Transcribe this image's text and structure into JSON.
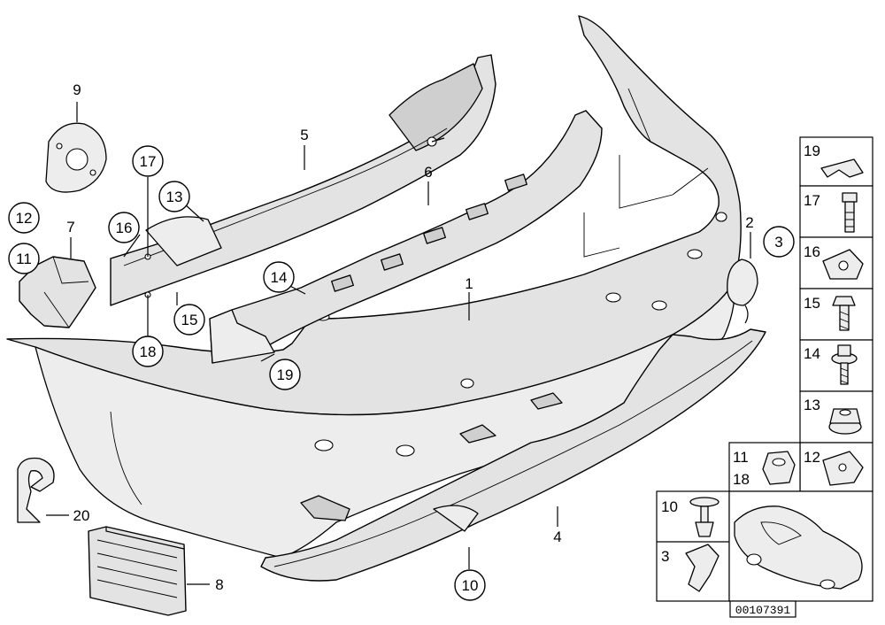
{
  "diagram": {
    "reference_number": "00107391",
    "callouts": {
      "c1": "1",
      "c2": "2",
      "c3": "3",
      "c4": "4",
      "c5": "5",
      "c6": "6",
      "c7": "7",
      "c8": "8",
      "c9": "9",
      "c10": "10",
      "c11": "11",
      "c12": "12",
      "c13": "13",
      "c14": "14",
      "c15": "15",
      "c16": "16",
      "c17": "17",
      "c18": "18",
      "c19": "19",
      "c20": "20"
    },
    "legend": {
      "p19": "19",
      "p17": "17",
      "p16": "16",
      "p15": "15",
      "p14": "14",
      "p13": "13",
      "p12": "12",
      "p11": "11",
      "p18": "18",
      "p10": "10",
      "p3": "3"
    }
  },
  "colors": {
    "part_fill": "#e3e3e3",
    "outline": "#000000",
    "background": "#ffffff"
  }
}
